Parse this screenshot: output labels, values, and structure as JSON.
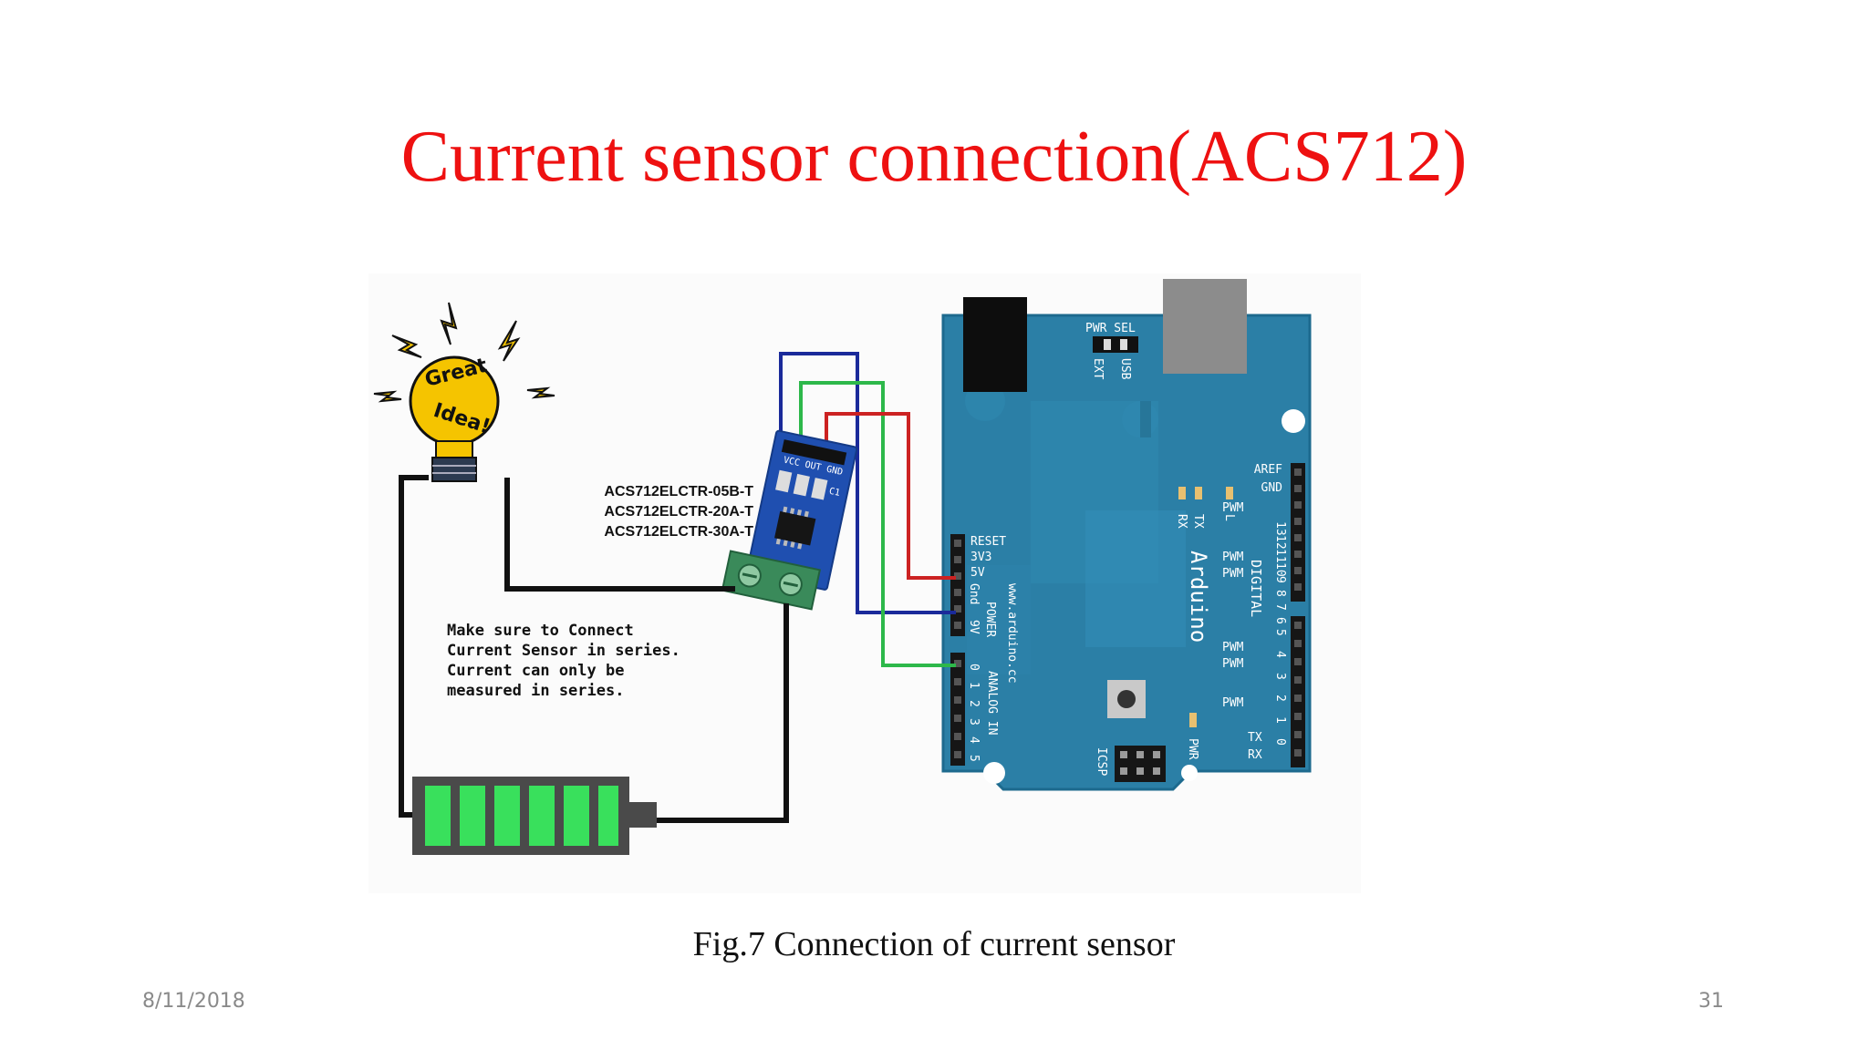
{
  "slide": {
    "title": "Current sensor connection(ACS712)",
    "caption": "Fig.7 Connection of current sensor",
    "date": "8/11/2018",
    "page_number": "31"
  },
  "diagram": {
    "bulb_text_1": "Great",
    "bulb_text_2": "Idea!",
    "sensor_models": [
      "ACS712ELCTR-05B-T",
      "ACS712ELCTR-20A-T",
      "ACS712ELCTR-30A-T"
    ],
    "note_lines": [
      "Make sure to Connect",
      "Current Sensor in series.",
      "Current can only be",
      "measured in series."
    ],
    "sensor_pins": "VCC OUT GND",
    "sensor_chip_label": "C1",
    "wire_colors": {
      "power": "#cc2222",
      "ground": "#1a2a9a",
      "signal": "#2db84a",
      "circuit": "#111111"
    }
  },
  "arduino": {
    "brand": "Arduino",
    "website": "www.arduino.cc",
    "pwr_sel": "PWR SEL",
    "ext": "EXT",
    "usb": "USB",
    "aref": "AREF",
    "gnd": "GND",
    "digital": "DIGITAL",
    "digital_pins": [
      "13",
      "12",
      "11",
      "10",
      "9",
      "8",
      "7",
      "6",
      "5",
      "4",
      "3",
      "2",
      "1",
      "0"
    ],
    "pwm": "PWM",
    "tx": "TX",
    "rx": "RX",
    "l": "L",
    "tx_pin": "TX",
    "rx_pin": "RX",
    "reset": "RESET",
    "v3": "3V3",
    "v5": "5V",
    "gnd_pin": "Gnd",
    "v9": "9V",
    "power": "POWER",
    "analog_in": "ANALOG IN",
    "analog_pins": [
      "0",
      "1",
      "2",
      "3",
      "4",
      "5"
    ],
    "icsp": "ICSP",
    "pwr_led": "PWR"
  },
  "colors": {
    "title": "#ee1111",
    "board": "#2b7fa6",
    "sensor_board": "#1f4fb0",
    "battery_fill": "#39e05c",
    "battery_case": "#4a4a4a",
    "bulb": "#f5c400"
  }
}
